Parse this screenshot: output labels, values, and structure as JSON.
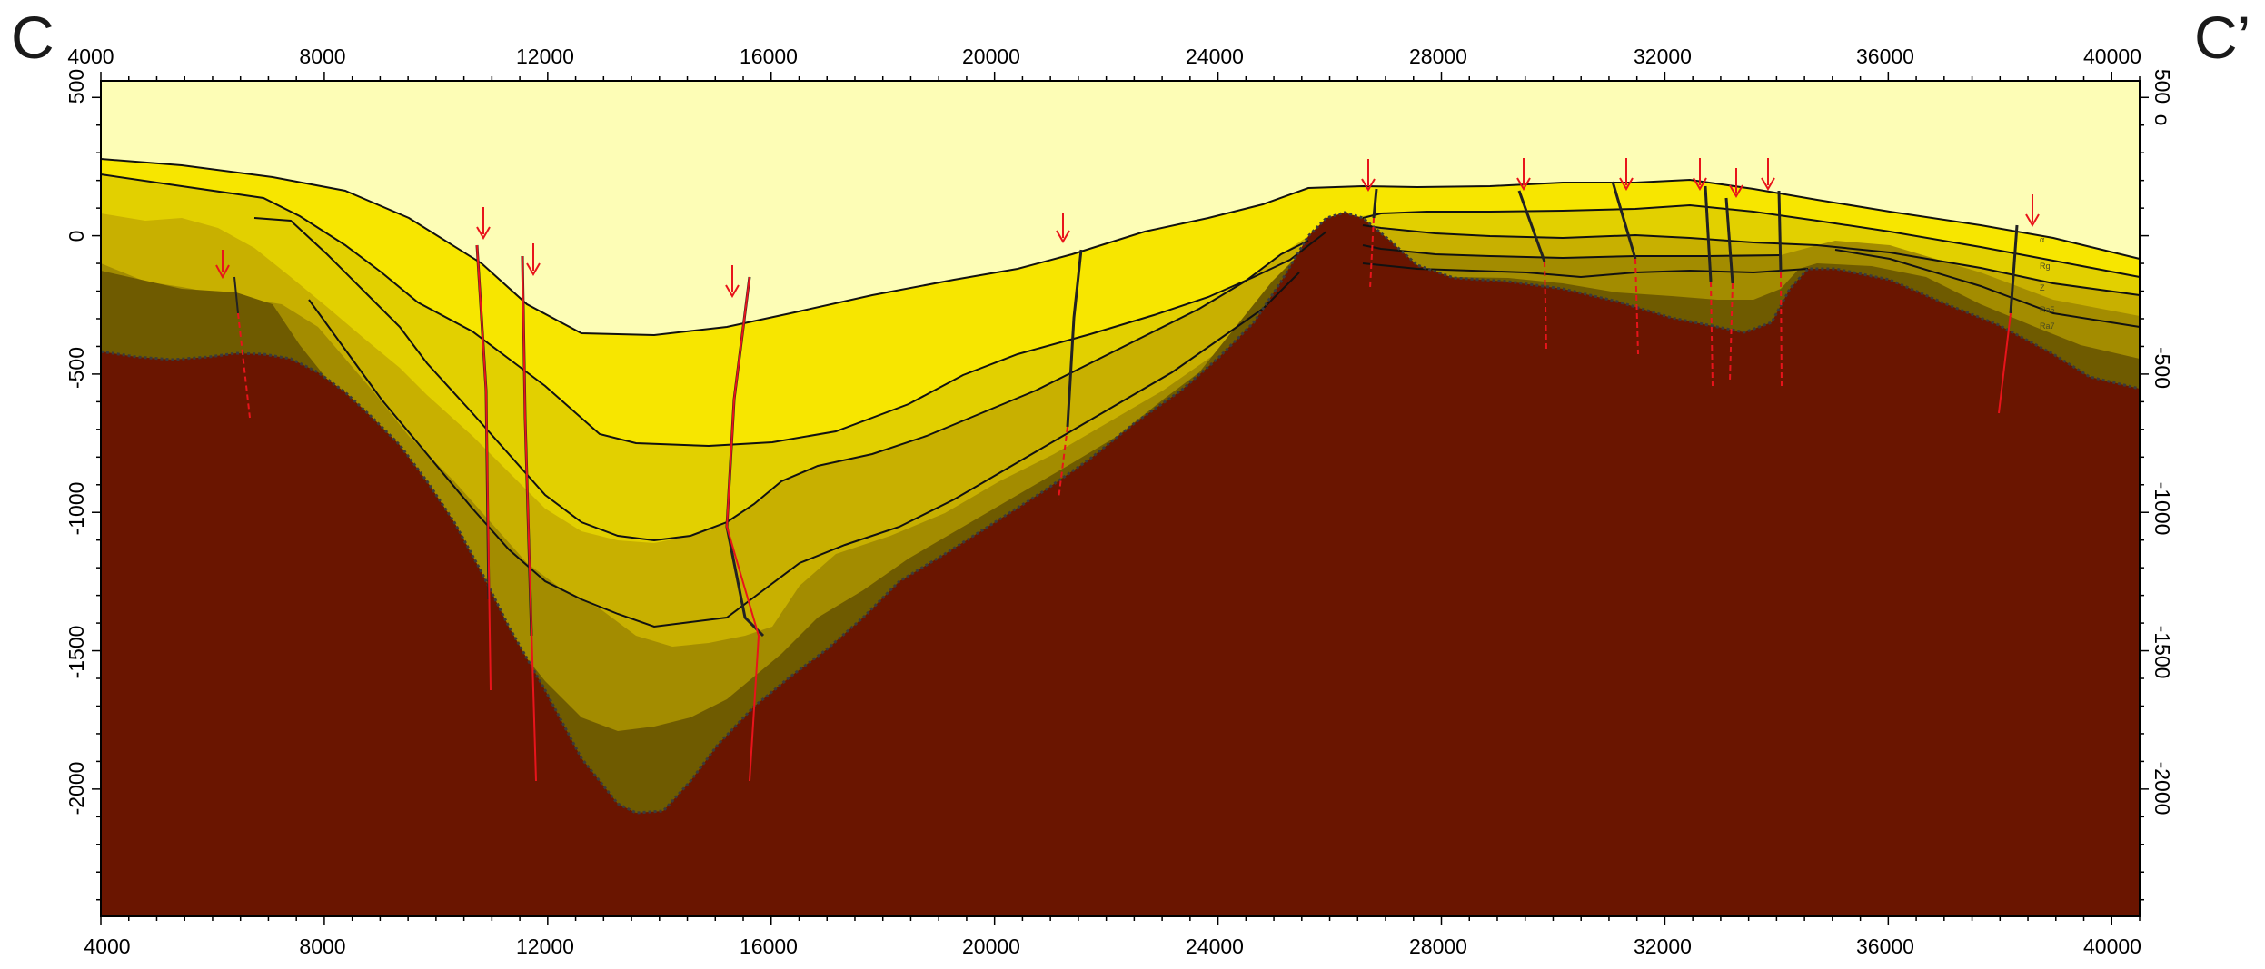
{
  "section": {
    "label_left": "C",
    "label_right": "C’",
    "right_axis_unit": "o"
  },
  "x_axis": {
    "min": 4000,
    "max": 40500,
    "ticks": [
      "4000",
      "8000",
      "12000",
      "16000",
      "20000",
      "24000",
      "28000",
      "32000",
      "36000",
      "40000"
    ]
  },
  "y_axis_left": {
    "min": -2460,
    "max": 560,
    "ticks": [
      "500",
      "0",
      "-500",
      "-1000",
      "-1500",
      "-2000"
    ]
  },
  "y_axis_right": {
    "ticks": [
      "500",
      "-500",
      "-1000",
      "-1500",
      "-2000"
    ]
  },
  "layer_labels": [
    "α",
    "Rg",
    "Z",
    "Ra5",
    "Ra7"
  ],
  "colors": {
    "sky": "#fdfdb6",
    "layer_1": "#f7e600",
    "layer_2": "#e2d000",
    "layer_3": "#c8b000",
    "layer_4": "#a38c00",
    "layer_5": "#6f5b00",
    "basement": "#6a1500",
    "fault": "#e8141b"
  }
}
